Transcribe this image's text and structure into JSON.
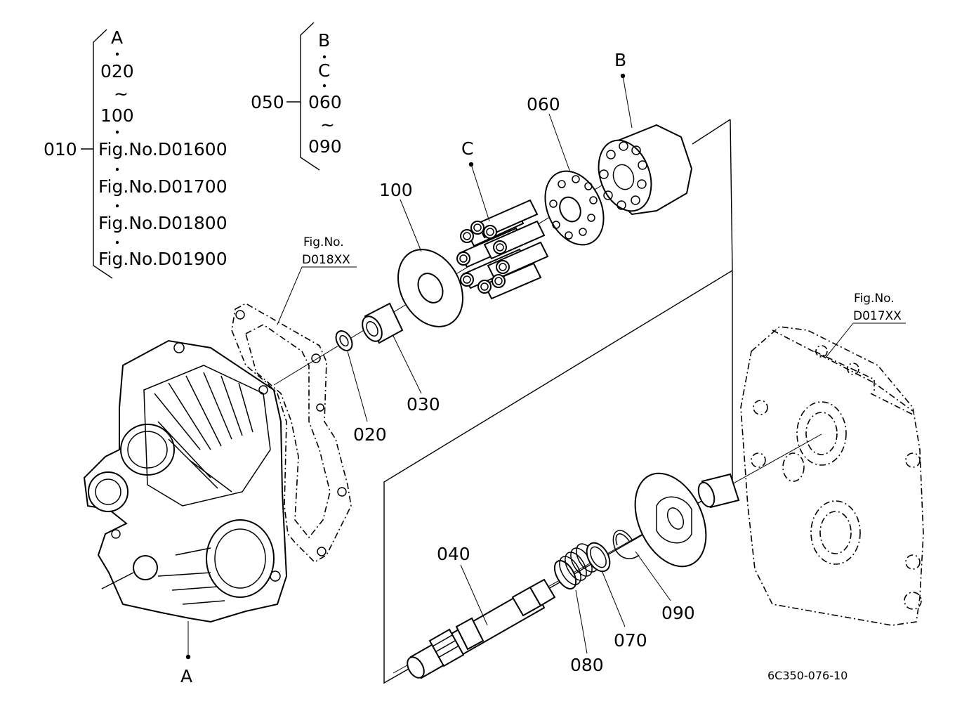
{
  "group_010": {
    "number": "010",
    "items": [
      "A",
      "020",
      "~",
      "100",
      "Fig.No.D01600",
      "Fig.No.D01700",
      "Fig.No.D01800",
      "Fig.No.D01900"
    ]
  },
  "group_050": {
    "number": "050",
    "items": [
      "B",
      "C",
      "060",
      "~",
      "090"
    ]
  },
  "refs": {
    "d018": {
      "line1": "Fig.No.",
      "line2": "D018XX"
    },
    "d017": {
      "line1": "Fig.No.",
      "line2": "D017XX"
    }
  },
  "callouts": {
    "c100": "100",
    "c060": "060",
    "c030": "030",
    "c020": "020",
    "c040": "040",
    "c080": "080",
    "c070": "070",
    "c090": "090",
    "ptA": "A",
    "ptB": "B",
    "ptC": "C"
  },
  "drawing_code": "6C350-076-10"
}
